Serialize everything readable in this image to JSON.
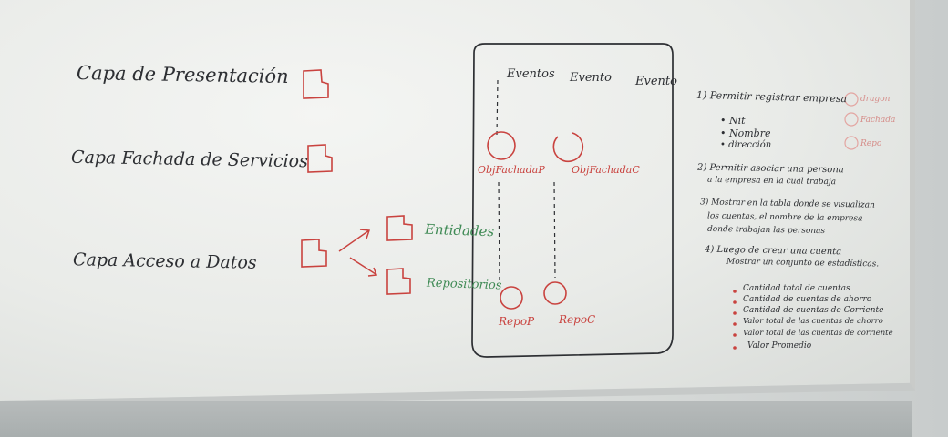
{
  "left": {
    "capa_presentacion": "Capa de Presentación",
    "capa_fachada": "Capa Fachada de Servicios",
    "capa_acceso": "Capa Acceso a Datos",
    "entidades": "Entidades",
    "repositorios": "Repositorios"
  },
  "diagram": {
    "eventos": [
      "Eventos",
      "Evento",
      "Evento"
    ],
    "obj_fachada_p": "ObjFachadaP",
    "obj_fachada_c": "ObjFachadaC",
    "repo_p": "RepoP",
    "repo_c": "RepoC"
  },
  "requirements": {
    "r1": "1) Permitir registrar empresa",
    "r1_items": [
      "• Nit",
      "• Nombre",
      "• dirección"
    ],
    "side_notes": [
      "dragon",
      "Fachada",
      "Repo"
    ],
    "r2_line1": "2) Permitir asociar una persona",
    "r2_line2": "a la empresa en la cual trabaja",
    "r3_line1": "3) Mostrar en la tabla donde se visualizan",
    "r3_line2": "los cuentas, el nombre de la empresa",
    "r3_line3": "donde trabajan las personas",
    "r4_line1": "4) Luego de crear una cuenta",
    "r4_line2": "Mostrar un conjunto de estadísticas.",
    "stats": [
      "Cantidad total de cuentas",
      "Cantidad de cuentas de ahorro",
      "Cantidad de cuentas de Corriente",
      "Valor total de las cuentas de ahorro",
      "Valor total de las cuentas de corriente",
      "Valor Promedio"
    ]
  },
  "colors": {
    "black_marker": "#2d2f33",
    "red_marker": "#c9433f",
    "green_marker": "#3f8a55"
  }
}
